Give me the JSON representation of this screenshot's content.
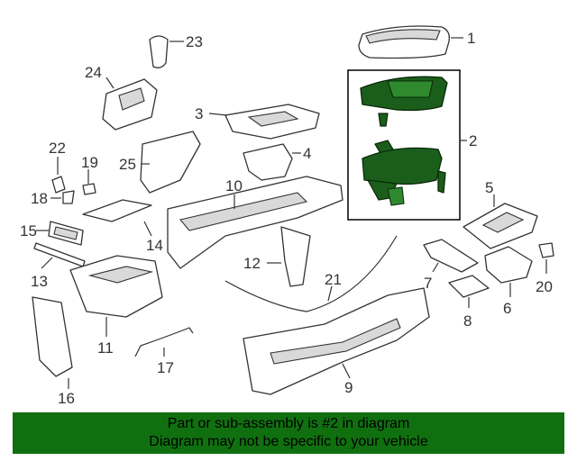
{
  "callouts": {
    "c1": "1",
    "c2": "2",
    "c3": "3",
    "c4": "4",
    "c5": "5",
    "c6": "6",
    "c7": "7",
    "c8": "8",
    "c9": "9",
    "c10": "10",
    "c11": "11",
    "c12": "12",
    "c13": "13",
    "c14": "14",
    "c15": "15",
    "c16": "16",
    "c17": "17",
    "c18": "18",
    "c19": "19",
    "c20": "20",
    "c21": "21",
    "c22": "22",
    "c23": "23",
    "c24": "24",
    "c25": "25"
  },
  "banner": {
    "line1": "Part or sub-assembly is #2 in diagram",
    "line2": "Diagram may not be specific to your vehicle"
  },
  "colors": {
    "highlight": "#1b5e1b",
    "banner": "#107010"
  }
}
